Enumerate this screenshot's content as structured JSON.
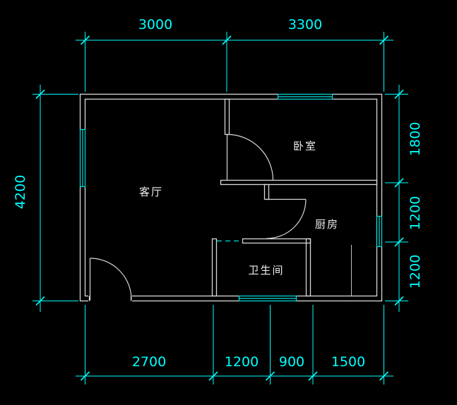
{
  "drawing": {
    "title": "apartment-floor-plan",
    "rooms": {
      "living": "客厅",
      "bedroom": "卧室",
      "kitchen": "厨房",
      "bathroom": "卫生间"
    },
    "dims": {
      "top": [
        "3000",
        "3300"
      ],
      "bottom": [
        "2700",
        "1200",
        "900",
        "1500"
      ],
      "left": [
        "4200"
      ],
      "right": [
        "1800",
        "1200",
        "1200"
      ]
    },
    "colors": {
      "background": "#000000",
      "dimension": "#00ffff",
      "wall": "#d8d8d8",
      "window": "#00e0e0",
      "room_text": "#ededed"
    }
  }
}
